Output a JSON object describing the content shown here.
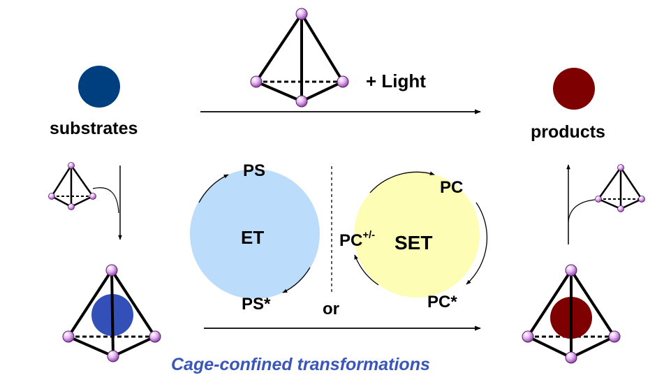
{
  "labels": {
    "substrates": "substrates",
    "products": "products",
    "light": "+ Light",
    "ps_top": "PS",
    "ps_bottom": "PS*",
    "et": "ET",
    "pc_top": "PC",
    "pc_bottom": "PC*",
    "pc_left": "PC",
    "pc_left_charge": "+/-",
    "set": "SET",
    "or": "or",
    "caption": "Cage-confined transformations"
  },
  "colors": {
    "substrate": "#003f7f",
    "substrate_in_cage": "#3350b8",
    "product": "#7f0000",
    "et_cycle_fill": "#bbdcfa",
    "set_cycle_fill": "#fdfdb6",
    "vertex": "#b36bc9",
    "caption": "#3a56b8"
  }
}
